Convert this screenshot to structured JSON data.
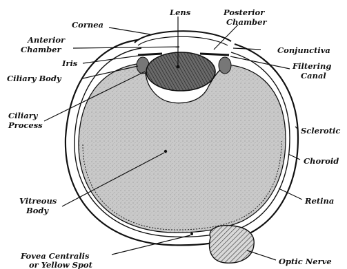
{
  "labels": {
    "cornea": "Cornea",
    "lens": "Lens",
    "posterior_chamber_1": "Posterior",
    "posterior_chamber_2": "Chamber",
    "anterior_chamber_1": "Anterior",
    "anterior_chamber_2": "Chamber",
    "conjunctiva": "Conjunctiva",
    "iris": "Iris",
    "ciliary_body": "Ciliary Body",
    "filtering_canal_1": "Filtering",
    "filtering_canal_2": "Canal",
    "ciliary_process_1": "Ciliary",
    "ciliary_process_2": "Process",
    "sclerotic": "Sclerotic",
    "choroid": "Choroid",
    "vitreous_body_1": "Vitreous",
    "vitreous_body_2": "Body",
    "retina": "Retina",
    "fovea_centralis_1": "Fovea Centralis",
    "fovea_centralis_2": "or Yellow Spot",
    "optic_nerve": "Optic Nerve"
  },
  "colors": {
    "ink": "#111111",
    "vitreous_fill": "#c9c9c9",
    "lens_fill": "#555555",
    "nerve_fill": "#bdbdbd",
    "background": "#ffffff"
  }
}
